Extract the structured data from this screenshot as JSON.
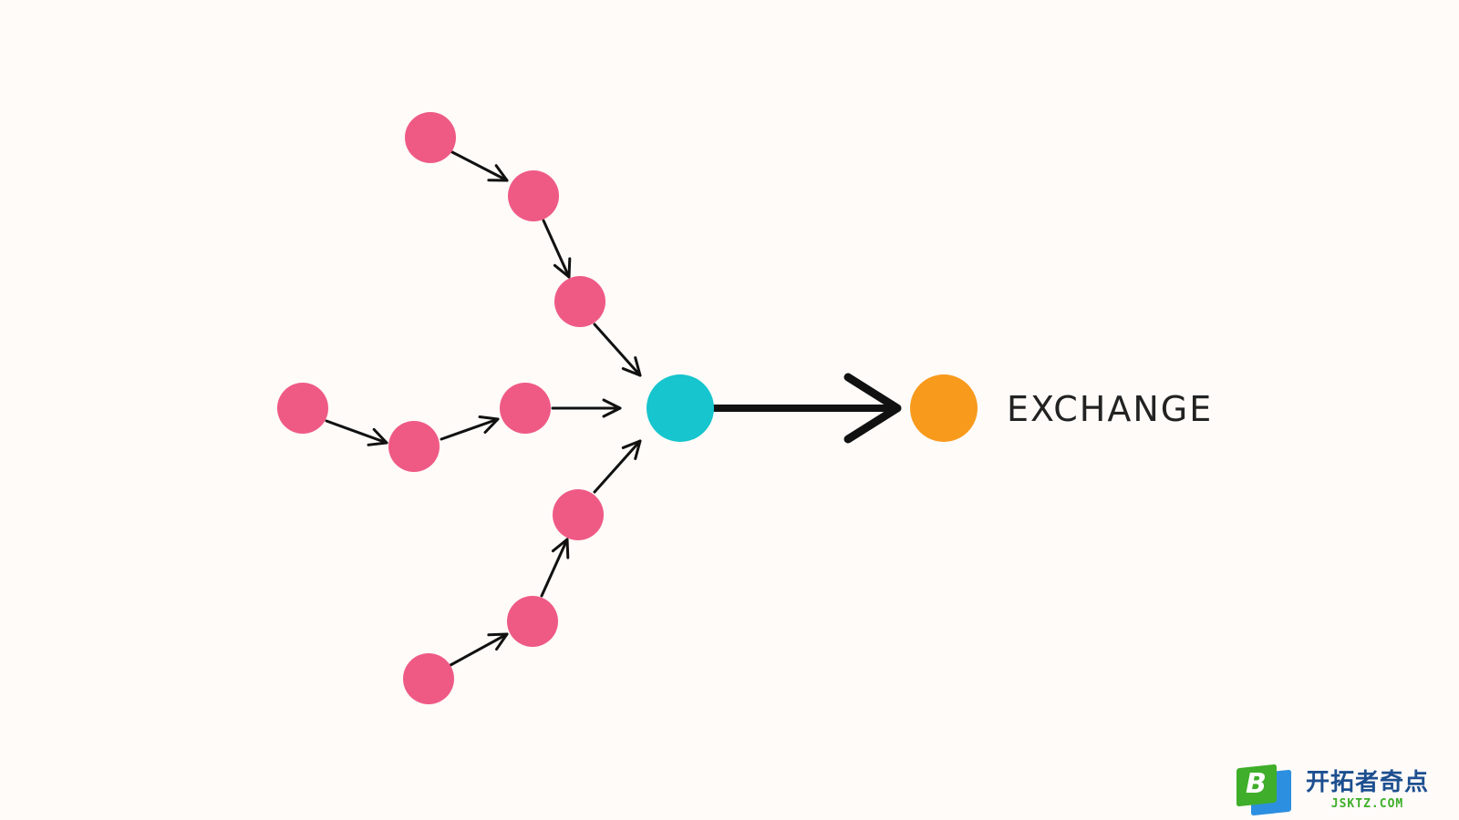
{
  "diagram": {
    "label": "EXCHANGE",
    "colors": {
      "source_node": "#ef5a85",
      "hub_node": "#16c5cd",
      "exchange_node": "#f89a1c",
      "arrow": "#111111",
      "background": "#fefbf9"
    }
  },
  "watermark": {
    "icon": "b-logo-icon",
    "letter": "B",
    "title": "开拓者奇点",
    "subtitle": "JSKTZ.COM"
  }
}
